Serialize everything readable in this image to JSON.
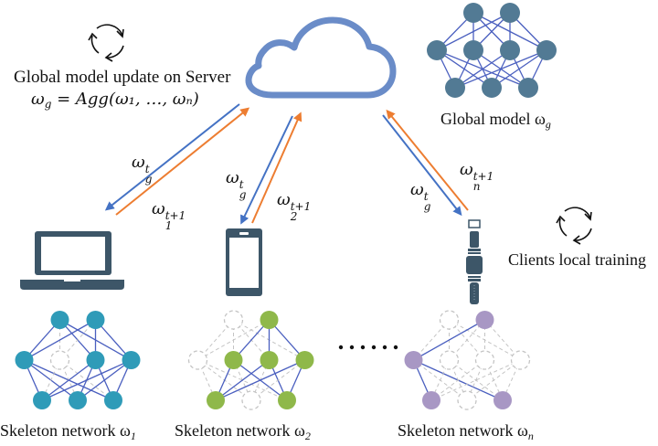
{
  "server": {
    "title": "Global model update on Server",
    "formula": {
      "lhs": "ω",
      "lhs_sub": "g",
      "rhs": "= Agg(ω₁, …, ωₙ)"
    },
    "icon": "cloud-icon",
    "cycle_icon": "refresh-cycle-icon"
  },
  "global_model": {
    "label": "Global model ω",
    "label_sub": "g",
    "color": "#527a94",
    "layers": [
      2,
      4,
      3
    ]
  },
  "clients_training": {
    "label": "Clients local training",
    "cycle_icon": "refresh-cycle-icon"
  },
  "arrows": {
    "download_color": "#4472c4",
    "upload_color": "#ed7d31",
    "links": [
      {
        "client": 1,
        "down_label": "ω",
        "down_sup": "t",
        "down_sub": "g",
        "up_label": "ω",
        "up_sup": "t+1",
        "up_sub": "1"
      },
      {
        "client": 2,
        "down_label": "ω",
        "down_sup": "t",
        "down_sub": "g",
        "up_label": "ω",
        "up_sup": "t+1",
        "up_sub": "2"
      },
      {
        "client": "n",
        "down_label": "ω",
        "down_sup": "t",
        "down_sub": "g",
        "up_label": "ω",
        "up_sup": "t+1",
        "up_sub": "n"
      }
    ]
  },
  "clients": [
    {
      "device": "laptop-icon",
      "label": "Skeleton network ω",
      "label_sub": "1",
      "color": "#2f9bb8",
      "active": [
        [
          true,
          true
        ],
        [
          true,
          false,
          true,
          true
        ],
        [
          true,
          true,
          true
        ]
      ]
    },
    {
      "device": "smartphone-icon",
      "label": "Skeleton network ω",
      "label_sub": "2",
      "color": "#8fb84a",
      "active": [
        [
          false,
          true
        ],
        [
          false,
          true,
          true,
          true
        ],
        [
          true,
          false,
          true
        ]
      ]
    },
    {
      "device": "smartwatch-icon",
      "label": "Skeleton network ω",
      "label_sub": "n",
      "color": "#a897c4",
      "active": [
        [
          false,
          true
        ],
        [
          true,
          false,
          false,
          false
        ],
        [
          true,
          false,
          true
        ]
      ]
    }
  ],
  "ellipsis": "······",
  "device_color": "#3d5668",
  "edge_color": "#4a5fbf",
  "inactive_color": "#c4c4c4"
}
